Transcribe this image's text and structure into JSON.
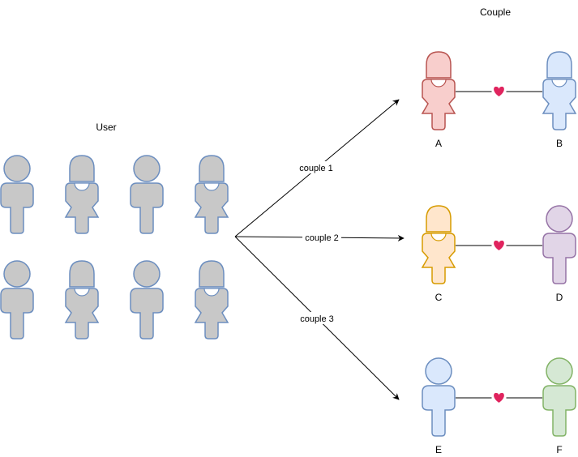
{
  "titles": {
    "user": "User",
    "couple": "Couple"
  },
  "colors": {
    "gray_fill": "#c8c8c8",
    "gray_stroke": "#6c8ebf",
    "red_fill": "#f8cecc",
    "red_stroke": "#b85450",
    "blue_fill": "#dae8fc",
    "blue_stroke": "#6c8ebf",
    "orange_fill": "#ffe6cc",
    "orange_stroke": "#d79b00",
    "purple_fill": "#e1d5e7",
    "purple_stroke": "#9673a6",
    "green_fill": "#d5e8d4",
    "green_stroke": "#82b366",
    "heart": "#e0245e"
  },
  "users": [
    {
      "gender": "male"
    },
    {
      "gender": "female"
    },
    {
      "gender": "male"
    },
    {
      "gender": "female"
    },
    {
      "gender": "male"
    },
    {
      "gender": "female"
    },
    {
      "gender": "male"
    },
    {
      "gender": "female"
    }
  ],
  "edges": [
    {
      "label": "couple 1"
    },
    {
      "label": "couple 2"
    },
    {
      "label": "couple 3"
    }
  ],
  "couples": [
    {
      "left": {
        "label": "A",
        "gender": "female",
        "color": "red"
      },
      "right": {
        "label": "B",
        "gender": "female",
        "color": "blue"
      },
      "link_icon": "heart-icon"
    },
    {
      "left": {
        "label": "C",
        "gender": "female",
        "color": "orange"
      },
      "right": {
        "label": "D",
        "gender": "male",
        "color": "purple"
      },
      "link_icon": "heart-icon"
    },
    {
      "left": {
        "label": "E",
        "gender": "male",
        "color": "blue"
      },
      "right": {
        "label": "F",
        "gender": "male",
        "color": "green"
      },
      "link_icon": "heart-icon"
    }
  ]
}
